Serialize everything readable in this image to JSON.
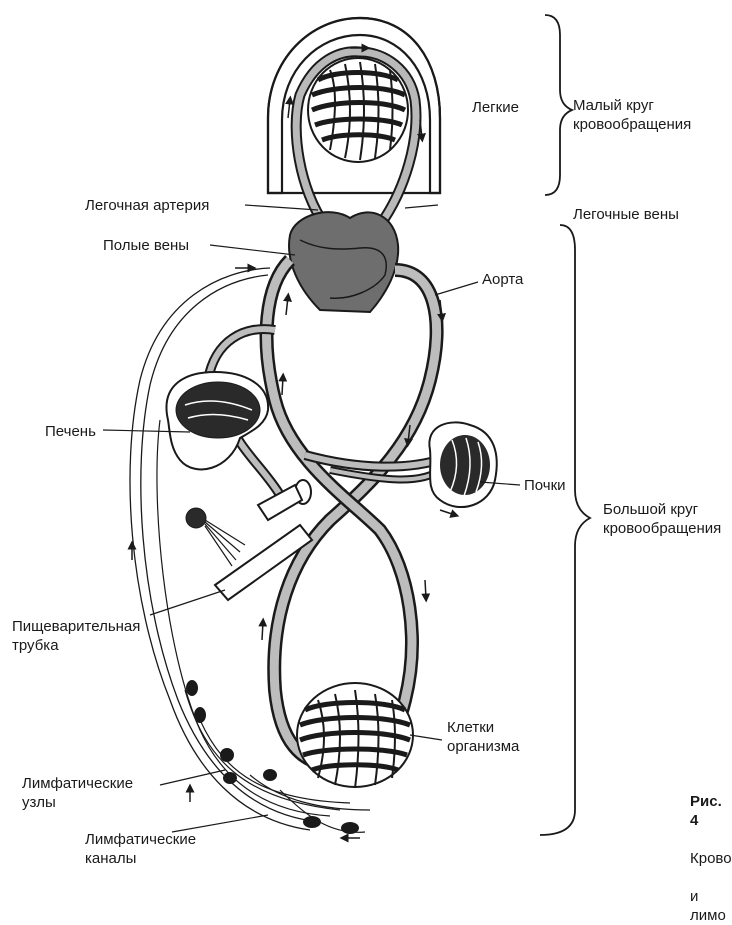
{
  "labels": {
    "lungs": "Легкие",
    "small_circle": "Малый круг\nкровообращения",
    "pulmonary_artery": "Легочная артерия",
    "vena_cava": "Полые вены",
    "pulmonary_veins": "Легочные вены",
    "aorta": "Аорта",
    "liver": "Печень",
    "kidneys": "Почки",
    "big_circle": "Большой круг\nкровообращения",
    "digestive_tube": "Пищеварительная\nтрубка",
    "body_cells": "Клетки\nорганизма",
    "lymph_nodes": "Лимфатические\nузлы",
    "lymph_channels": "Лимфатические\nканалы"
  },
  "caption": {
    "fig": "Рис. 4",
    "line1": "Крово",
    "line2": "и лимо"
  },
  "colors": {
    "ink": "#1a1a1a",
    "vessel_fill": "#b9b9b9",
    "organ_fill": "#2a2a2a",
    "paper": "#ffffff"
  }
}
